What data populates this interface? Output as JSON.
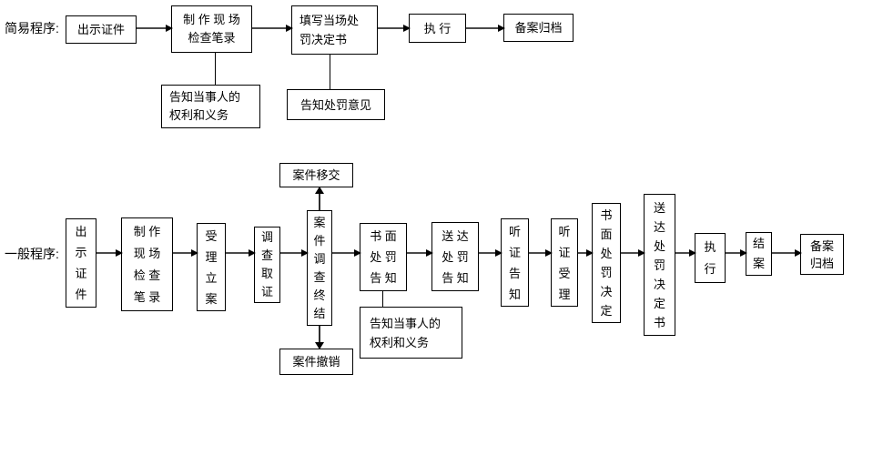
{
  "simple": {
    "label": "简易程序:",
    "steps": [
      "出示证件",
      "制 作 现 场\n检查笔录",
      "填写当场处\n罚决定书",
      "执 行",
      "备案归档"
    ],
    "notes": [
      "告知当事人的\n权利和义务",
      "告知处罚意见"
    ]
  },
  "general": {
    "label": "一般程序:",
    "steps": [
      "出\n示\n证\n件",
      "制 作\n现 场\n检 查\n笔 录",
      "受\n理\n立\n案",
      "调\n查\n取\n证",
      "案\n件\n调\n查\n终\n结",
      "书 面\n处 罚\n告 知",
      "送 达\n处 罚\n告 知",
      "听\n证\n告\n知",
      "听\n证\n受\n理",
      "书\n面\n处\n罚\n决\n定",
      "送\n达\n处\n罚\n决\n定\n书",
      "执\n行",
      "结\n案",
      "备案\n归档"
    ],
    "branches": {
      "transfer": "案件移交",
      "withdraw": "案件撤销"
    },
    "note": "告知当事人的\n权利和义务"
  },
  "colors": {
    "background": "#ffffff",
    "box_border": "#000000",
    "text": "#000000",
    "arrow_shaft": "#4a4a4a",
    "arrow_head": "#000000"
  }
}
